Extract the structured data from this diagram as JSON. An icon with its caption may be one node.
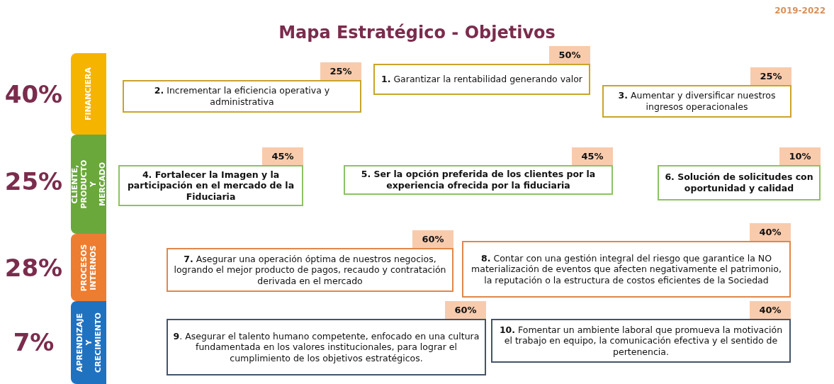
{
  "diagram": {
    "title": "Mapa Estratégico - Objetivos",
    "nodes": [
      {
        "text": [
          "FINANCIERA"
        ],
        "beside": [
          "40%"
        ]
      },
      {
        "text": [
          "CLIENTE, PRODUCTO Y MERCADO"
        ],
        "beside": [
          "25%"
        ]
      },
      {
        "text": [
          "PROCESOS INTERNOS"
        ],
        "beside": [
          "28%"
        ]
      },
      {
        "text": [
          "APRENDIZAJE Y CRECIMIENTO"
        ],
        "beside": [
          "7%"
        ]
      },
      {
        "text": [
          "**1.** Garantizar la rentabilidad generando valor"
        ],
        "beside": [
          "50%"
        ]
      },
      {
        "text": [
          "**2.** Incrementar la eficiencia operativa y administrativa"
        ],
        "beside": [
          "25%"
        ]
      },
      {
        "text": [
          "**3.** Aumentar y diversificar nuestros ingresos operacionales"
        ],
        "beside": [
          "25%"
        ]
      },
      {
        "text": [
          "4. Fortalecer la Imagen y la participación en el mercado de la Fiduciaria"
        ],
        "beside": [
          "45%"
        ]
      },
      {
        "text": [
          "5. Ser la opción preferida de los clientes por la experiencia ofrecida por la fiduciaria"
        ],
        "beside": [
          "45%"
        ]
      },
      {
        "text": [
          "6. Solución de solicitudes con oportunidad y calidad"
        ],
        "beside": [
          "10%"
        ]
      },
      {
        "text": [
          "**7.** Asegurar una operación óptima de nuestros negocios, logrando el mejor producto de pagos, recaudo y contratación derivada en el mercado"
        ],
        "beside": [
          "60%"
        ]
      },
      {
        "text": [
          "**8.** Contar con una gestión integral del riesgo que garantice la NO materialización de eventos que afecten negativamente el patrimonio, la reputación o la estructura de costos eficientes de la Sociedad"
        ],
        "beside": [
          "40%"
        ]
      },
      {
        "text": [
          "**9**. Asegurar el talento humano competente, enfocado en una cultura fundamentada en los valores institucionales, para lograr el cumplimiento de los objetivos estratégicos."
        ],
        "beside": [
          "60%"
        ]
      },
      {
        "text": [
          "**10.** Fomentar un ambiente laboral que promueva la motivación el trabajo en equipo, la comunicación efectiva y el sentido de pertenencia."
        ],
        "beside": [
          "40%"
        ]
      }
    ],
    "labels": [
      "2019-2022"
    ]
  }
}
